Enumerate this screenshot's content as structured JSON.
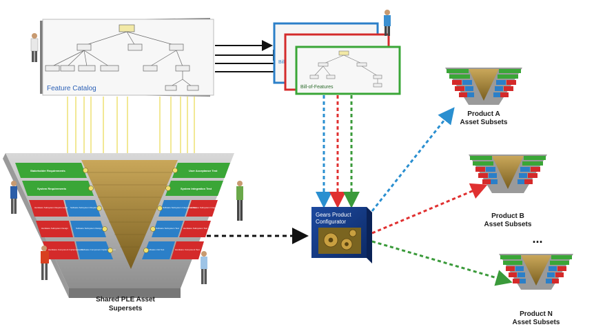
{
  "feature_catalog": {
    "title": "Feature Catalog"
  },
  "bill_of_features": {
    "title": "Bill-of-Features",
    "stack_label": "Bill"
  },
  "configurator": {
    "line1": "Gears Product",
    "line2": "Configurator"
  },
  "supersets": {
    "caption_line1": "Shared PLE Asset",
    "caption_line2": "Supersets",
    "left_rows": [
      "Stakeholder Requirements",
      "System Requirements",
      "Hardware Subsystem Requirements",
      "Hardware Subsystem Design",
      "Hardware Component Implementation"
    ],
    "right_rows": [
      "User Acceptance Test",
      "System Integration Test",
      "Hardware Subsystem Integration Test",
      "Hardware Subsystem Test",
      "Hardware Component Test"
    ],
    "software_left": [
      "Software Subsystem Requirements",
      "Software Subsystem Design",
      "Software Component Implementation"
    ],
    "software_right": [
      "Software Subsystem Integration Test",
      "Software Subsystem Test",
      "Software Unit Test"
    ]
  },
  "products": {
    "a_line1": "Product A",
    "a_line2": "Asset Subsets",
    "b_line1": "Product B",
    "b_line2": "Asset Subsets",
    "ellipsis": "...",
    "n_line1": "Product N",
    "n_line2": "Asset Subsets"
  },
  "colors": {
    "green": "#3aa637",
    "red": "#d42a2a",
    "blue": "#2b7fc8",
    "gold": "#a98a2e",
    "arrow_blue": "#2a8fd0",
    "arrow_red": "#e03030",
    "arrow_green": "#3a9a3a"
  }
}
